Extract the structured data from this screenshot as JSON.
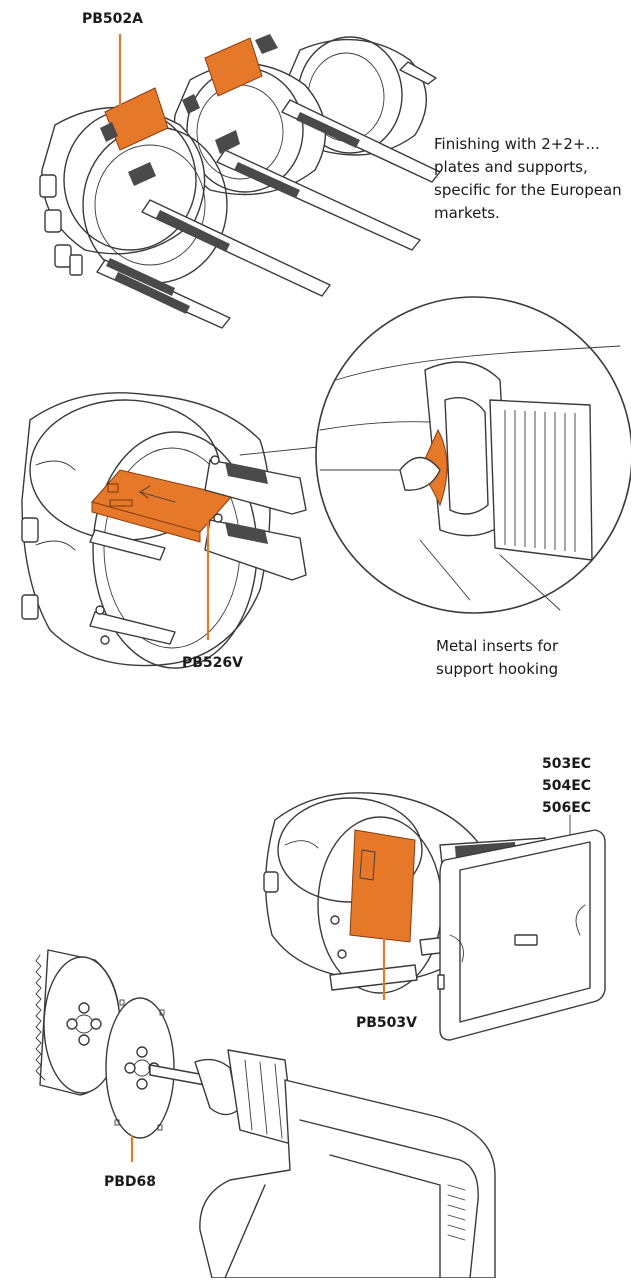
{
  "labels": {
    "pb502a": "PB502A",
    "pb526v": "PB526V",
    "ec503": "503EC",
    "ec504": "504EC",
    "ec506": "506EC",
    "pb503v": "PB503V",
    "pbd68": "PBD68"
  },
  "notes": {
    "finishing": [
      "Finishing with 2+2+...",
      "plates and supports,",
      "specific for the European",
      "markets."
    ],
    "inserts": [
      "Metal inserts for",
      "support hooking"
    ]
  },
  "colors": {
    "accent": "#e6782a",
    "line": "#3a3a3a",
    "hatch": "#4a4a4a"
  }
}
